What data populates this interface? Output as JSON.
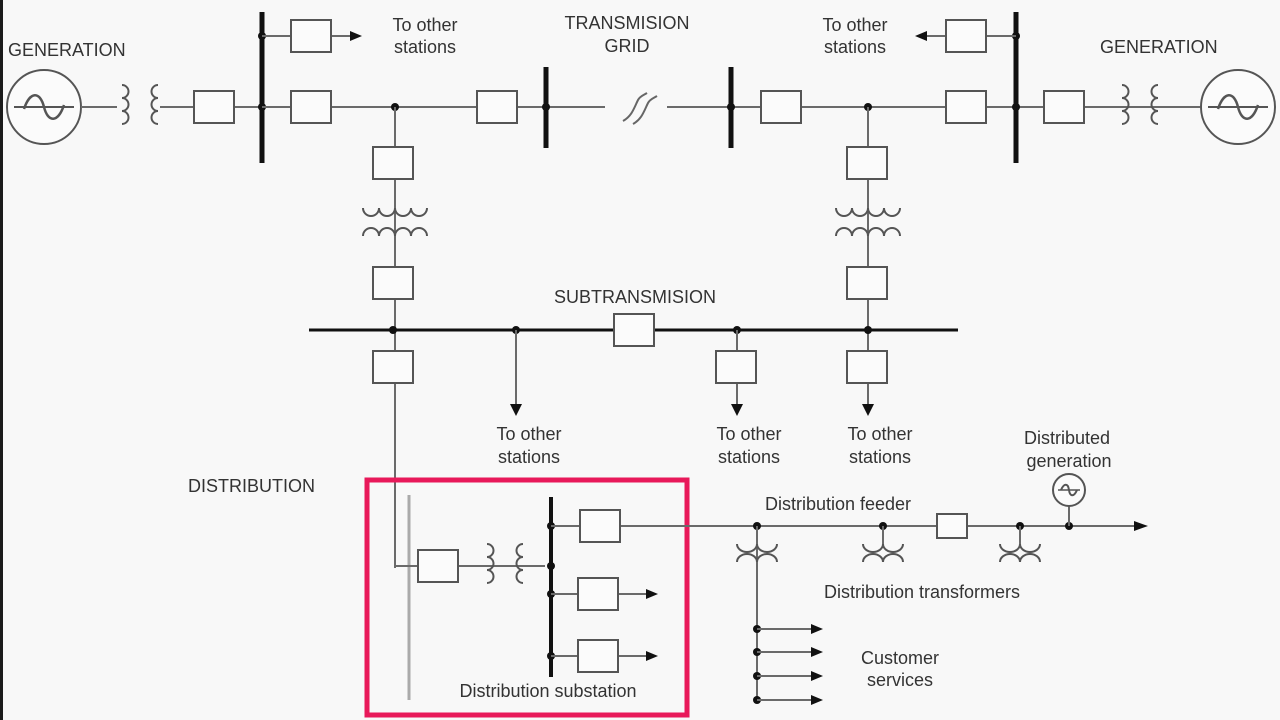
{
  "diagram": {
    "title": "Power system one-line diagram",
    "labels": {
      "generation_left": "GENERATION",
      "generation_right": "GENERATION",
      "transmission_line1": "TRANSMISION",
      "transmission_line2": "GRID",
      "to_other_1a": "To other",
      "to_other_1b": "stations",
      "to_other_2a": "To other",
      "to_other_2b": "stations",
      "subtransmission": "SUBTRANSMISION",
      "to_other_3a": "To other",
      "to_other_3b": "stations",
      "to_other_4a": "To other",
      "to_other_4b": "stations",
      "to_other_5a": "To other",
      "to_other_5b": "stations",
      "distribution": "DISTRIBUTION",
      "distribution_substation": "Distribution substation",
      "distribution_feeder": "Distribution feeder",
      "distributed_generation_a": "Distributed",
      "distributed_generation_b": "generation",
      "distribution_transformers": "Distribution transformers",
      "customer_services_a": "Customer",
      "customer_services_b": "services"
    },
    "highlight_color": "#e8195a",
    "highlight_target": "Distribution substation"
  }
}
